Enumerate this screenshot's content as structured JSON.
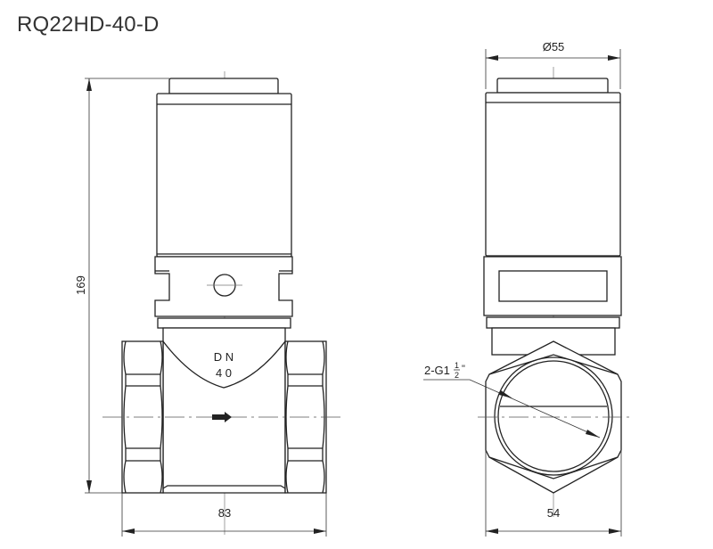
{
  "title": "RQ22HD-40-D",
  "front_view": {
    "marking_line1": "D N",
    "marking_line2": "4 0",
    "height_dimension": "169",
    "width_dimension": "83"
  },
  "side_view": {
    "diameter_dimension": "Ø55",
    "width_dimension": "54",
    "thread_label_prefix": "2-G1",
    "thread_fraction_num": "1",
    "thread_fraction_den": "2",
    "thread_label_suffix": "\""
  }
}
